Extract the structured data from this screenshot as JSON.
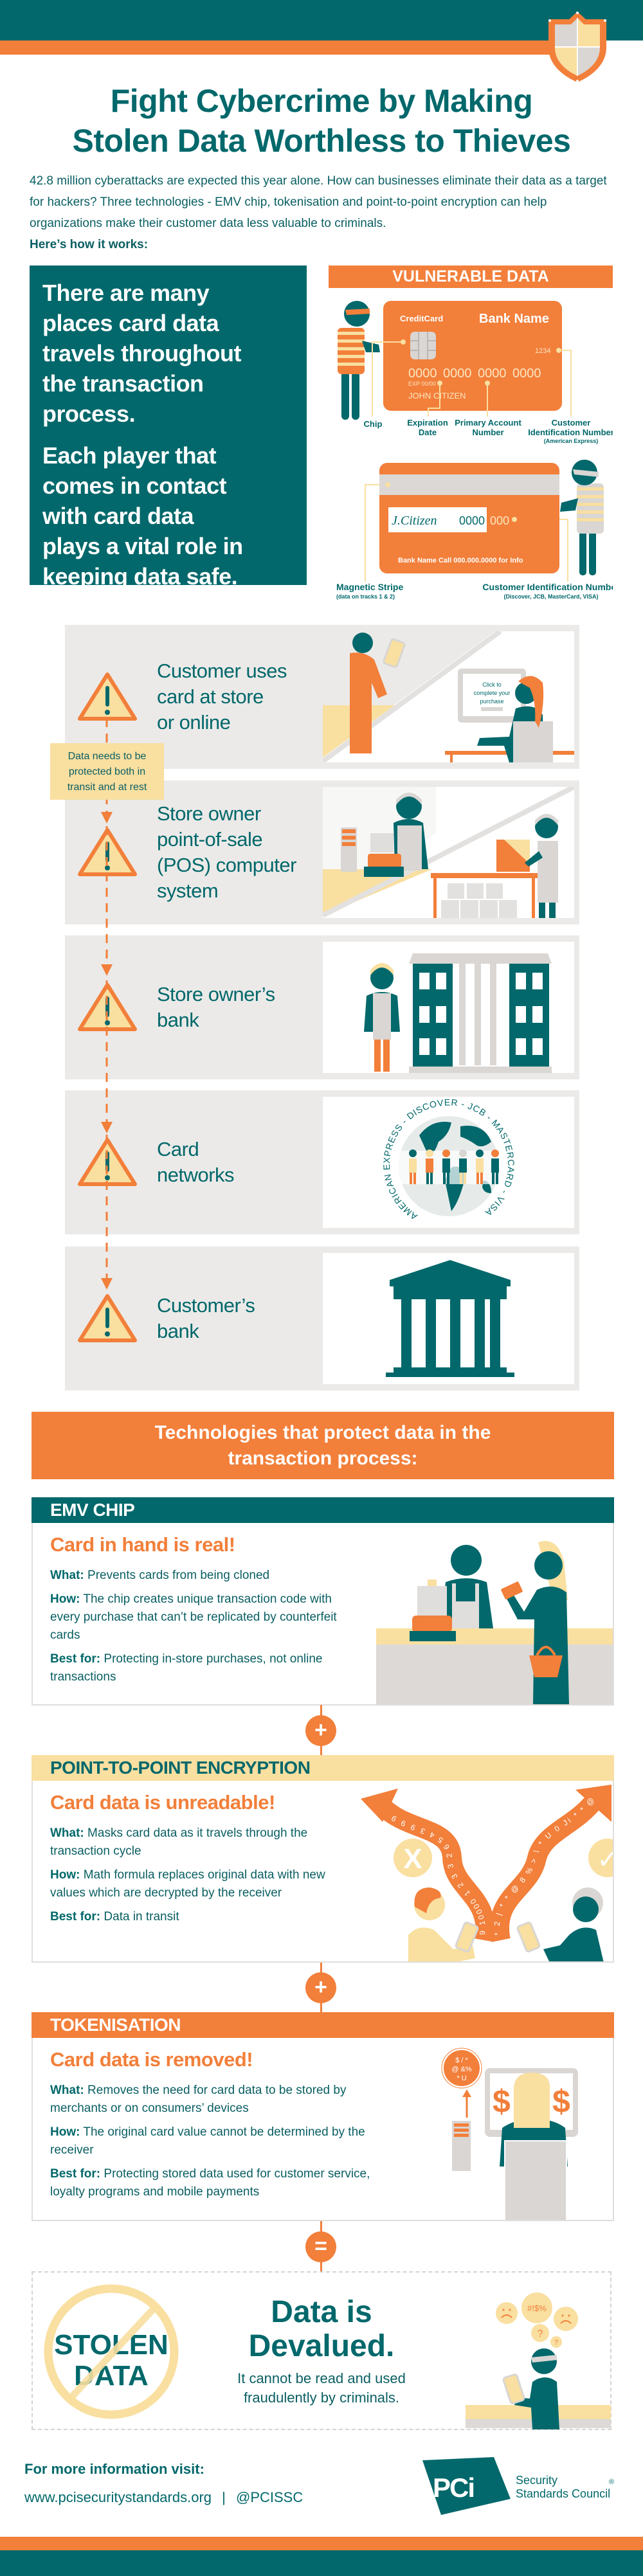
{
  "colors": {
    "teal": "#02686b",
    "orange": "#f27f3a",
    "yellow": "#f9dfa0",
    "panel_gray": "#ebeae8"
  },
  "header": {
    "title_line1": "Fight Cybercrime by Making",
    "title_line2": "Stolen Data Worthless to Thieves",
    "badge_icon": "shield-icon"
  },
  "intro": {
    "text": "42.8 million cyberattacks are expected this year alone. How can businesses eliminate their data as a target for hackers? Three technologies - EMV chip, tokenisation and point-to-point encryption can help organizations make their customer data less valuable to criminals.",
    "cta": "Here’s how it works:"
  },
  "callout": {
    "para1": [
      "There are many",
      "places card data",
      "travels throughout",
      "the transaction",
      "process."
    ],
    "para2": [
      "Each player that",
      "comes in contact",
      "with card data",
      "plays a vital role in",
      "keeping data safe."
    ]
  },
  "vulnerable": {
    "title": "VULNERABLE DATA",
    "front_card": {
      "brand": "CreditCard",
      "bank": "Bank Name",
      "cid": "1234",
      "number_groups": [
        "0000",
        "0000",
        "0000",
        "0000"
      ],
      "expiry": "EXP 00/00",
      "holder": "JOHN CITIZEN"
    },
    "front_labels": {
      "chip": "Chip",
      "expiry": [
        "Expiration",
        "Date"
      ],
      "pan": [
        "Primary Account",
        "Number"
      ],
      "cid": [
        "Customer",
        "Identification Number"
      ],
      "cid_note": "(American Express)"
    },
    "back_card": {
      "signature": "J.Citizen",
      "signature_digits": "0000",
      "cid": "000",
      "footer": "Bank Name Call 000.000.0000 for Info"
    },
    "back_labels": {
      "stripe": "Magnetic Stripe",
      "stripe_note": "(data on tracks 1 & 2)",
      "cid": "Customer Identification Number",
      "cid_note": "(Discover, JCB, MasterCard, VISA)"
    }
  },
  "flow": {
    "note": [
      "Data needs to be",
      "protected both in",
      "transit and at rest"
    ],
    "steps": [
      {
        "lines": [
          "Customer uses",
          "card at store",
          "or online"
        ],
        "screen": [
          "Click to",
          "complete your",
          "purchase"
        ]
      },
      {
        "lines": [
          "Store owner",
          "point-of-sale",
          "(POS) computer",
          "system"
        ]
      },
      {
        "lines": [
          "Store owner’s",
          "bank"
        ]
      },
      {
        "lines": [
          "Card",
          "networks"
        ],
        "ring": "AMERICAN EXPRESS - DISCOVER - JCB - MASTERCARD - VISA"
      },
      {
        "lines": [
          "Customer’s",
          "bank"
        ]
      }
    ]
  },
  "technologies": {
    "banner": [
      "Technologies that protect data in the",
      "transaction process:"
    ],
    "items": [
      {
        "name": "EMV CHIP",
        "headline": "Card in hand is real!",
        "what_label": "What:",
        "what": "Prevents cards from being cloned",
        "how_label": "How:",
        "how": "The chip creates unique transaction code with every purchase that can’t be replicated by counterfeit cards",
        "best_label": "Best for:",
        "best": "Protecting in-store purchases, not online transactions"
      },
      {
        "name": "POINT-TO-POINT ENCRYPTION",
        "headline": "Card data is unreadable!",
        "what_label": "What:",
        "what": "Masks card data as it travels through the transaction cycle",
        "how_label": "How:",
        "how": "Math formula replaces original data with new values which are decrypted by the receiver",
        "best_label": "Best for:",
        "best": "Data in transit",
        "stream_left": "9 10000 1 2 3 3 2 6 5 4 3 9 9 9",
        "stream_right": "* 2 | * * @ 8 % > \\ * U 0 Ji * * @",
        "mark_bad": "X",
        "mark_good": "✓"
      },
      {
        "name": "TOKENISATION",
        "headline": "Card data is removed!",
        "what_label": "What:",
        "what": "Removes the need for card data to be stored by merchants or on consumers’ devices",
        "how_label": "How:",
        "how": "The original card value cannot be determined by the receiver",
        "best_label": "Best for:",
        "best": "Protecting stored data used for customer service, loyalty programs and mobile payments",
        "token_chars": [
          "$ / *",
          "@ &%",
          "* U"
        ],
        "screen_symbol": "$"
      }
    ],
    "joiners": [
      "+",
      "+",
      "="
    ]
  },
  "result": {
    "badge": [
      "STOLEN",
      "DATA"
    ],
    "title": [
      "Data is",
      "Devalued."
    ],
    "subtitle": [
      "It cannot be read and used",
      "fraudulently by criminals."
    ],
    "bubble_text": "#!$%",
    "bubble_q": "?"
  },
  "footer": {
    "heading": "For more information visit:",
    "url": "www.pcisecuritystandards.org",
    "separator": "|",
    "handle": "@PCISSC",
    "logo_mark": "PCi",
    "logo_line1": "Security",
    "logo_line2": "Standards Council",
    "logo_reg": "®"
  }
}
